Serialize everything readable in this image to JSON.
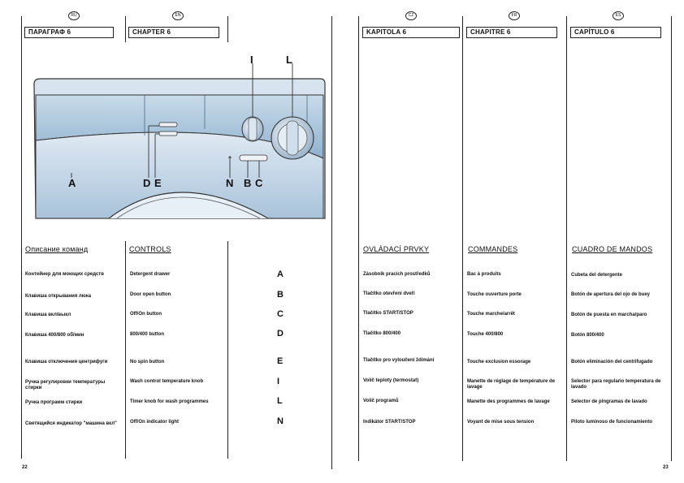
{
  "pages": {
    "left_number": "22",
    "right_number": "23"
  },
  "columns": [
    {
      "lang": "RU",
      "chapter": "ПАРАГРАФ 6",
      "heading": "Описание команд",
      "items": [
        "Контейнер для моющих средств",
        "Клавиша открывания люка",
        "Клавиша вкл/выкл",
        "Клавиша 400/800 об/мин",
        "Клавиша отключения центрифуги",
        "Ручка регулировки температуры стирки",
        "Ручка программ стирки",
        "Светящийся индикатор \"машина вкл\""
      ]
    },
    {
      "lang": "EN",
      "chapter": "CHAPTER 6",
      "heading": "CONTROLS",
      "items": [
        "Detergent drawer",
        "Door open button",
        "Off/On button",
        "800/400 button",
        "No spin button",
        "Wash control temperature knob",
        "Timer knob for wash programmes",
        "Off/On indicator light"
      ]
    },
    {
      "lang": "CZ",
      "chapter": "KAPITOLA 6",
      "heading": "OVLÁDACÍ PRVKY",
      "items": [
        "Zásobník pracích prostředků",
        "Tlačítko otevření dveří",
        "Tlačítko START/STOP",
        "Tlačítko 800/400",
        "Tlačítko pro vyloučení ždímání",
        "Volič teploty (termostat)",
        "Volič programů",
        "Indikátor START/STOP"
      ]
    },
    {
      "lang": "FR",
      "chapter": "CHAPITRE 6",
      "heading": "COMMANDES",
      "items": [
        "Bac à produits",
        "Touche ouverture porte",
        "Touche marche/arrêt",
        "Touche 400/800",
        "Touche exclusion essorage",
        "Manette de réglage de température de lavage",
        "Manette des programmes de lavage",
        "Voyant de mise sous tension"
      ]
    },
    {
      "lang": "ES",
      "chapter": "CAPÍTULO 6",
      "heading": "CUADRO DE MANDOS",
      "items": [
        "Cubeta del detergente",
        "Botón de apertura del ojo de buey",
        "Botón de puesta en marcha/paro",
        "Botón 800/400",
        "Botón eliminación del centrifugado",
        "Selector para regulario temperatura de lavado",
        "Selector de pingramas de lavado",
        "Piloto luminoso de funcionamiento"
      ]
    }
  ],
  "item_letters": [
    "A",
    "B",
    "C",
    "D",
    "E",
    "I",
    "L",
    "N"
  ],
  "diagram": {
    "labels_bottom": [
      "A",
      "D",
      "E",
      "N",
      "B",
      "C"
    ],
    "labels_top": [
      "I",
      "L"
    ]
  }
}
